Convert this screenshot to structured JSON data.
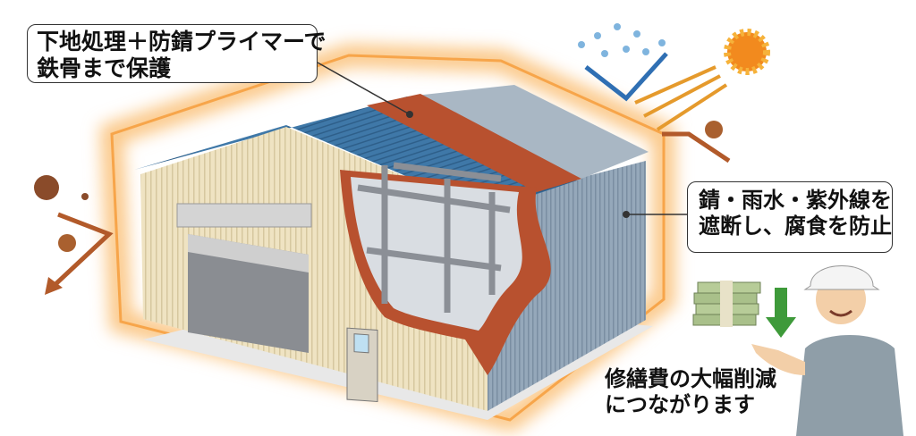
{
  "callouts": {
    "primer": {
      "line1": "下地処理＋防錆プライマーで",
      "line2": "鉄骨まで保護"
    },
    "protection": {
      "line1": "錆・雨水・紫外線を",
      "line2": "遮断し、腐食を防止"
    },
    "savings": {
      "line1": "修繕費の大幅削減",
      "line2": "につながります"
    }
  },
  "icons": [
    "rain-icon",
    "sun-icon",
    "rust-germ-icon",
    "money-stack-icon",
    "down-arrow-icon",
    "worker-icon"
  ],
  "colors": {
    "glow": "#f7a54a",
    "roof": "#3f78a8",
    "wall_front": "#ece0bd",
    "wall_side": "#8fa2b4",
    "primer": "#b8512f",
    "steel": "#8b8f96",
    "arrow_blue": "#2f6fb3",
    "arrow_orange": "#e59a2c",
    "arrow_rust": "#b25a2a",
    "down_arrow": "#3e9a3a"
  }
}
